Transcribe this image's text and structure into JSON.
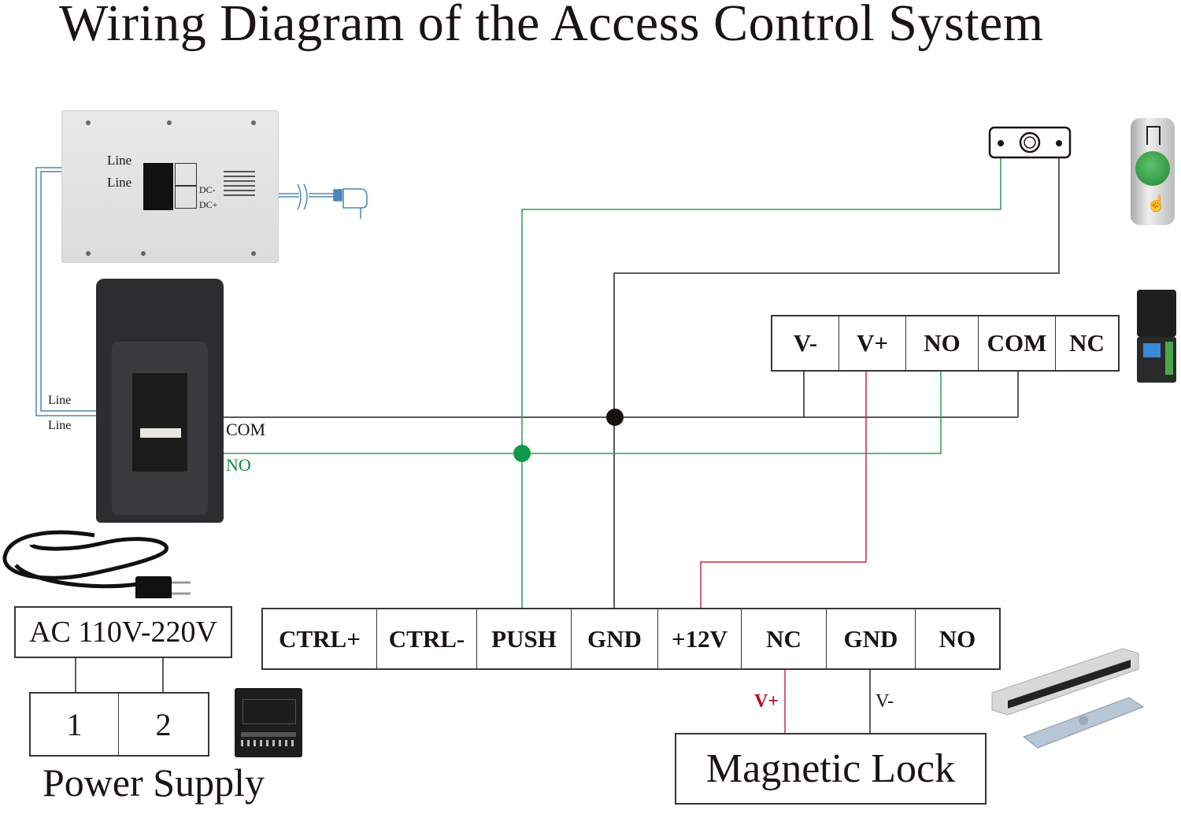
{
  "title": "Wiring Diagram of the Access Control System",
  "colors": {
    "wire_black": "#2a2424",
    "wire_green": "#2f9a5a",
    "wire_red": "#c0303c",
    "wire_blue": "#4a86b8",
    "junction_green": "#0f9a4a",
    "junction_black": "#1a1010",
    "label_green": "#0f8a40",
    "label_red": "#b01020"
  },
  "indoor_monitor": {
    "labels": {
      "line_1": "Line",
      "line_2": "Line",
      "dc_minus": "DC-",
      "dc_plus": "DC+"
    },
    "icon": "indoor-monitor-back"
  },
  "outdoor_station": {
    "labels": {
      "line_1": "Line",
      "line_2": "Line",
      "com": "COM",
      "no": "NO"
    },
    "icon": "outdoor-station-back"
  },
  "relay_module": {
    "terminals": [
      "V-",
      "V+",
      "NO",
      "COM",
      "NC"
    ],
    "icon": "wireless-relay-receiver"
  },
  "controller_terminals": [
    "CTRL+",
    "CTRL-",
    "PUSH",
    "GND",
    "+12V",
    "NC",
    "GND",
    "NO"
  ],
  "power_input": {
    "label": "AC 110V-220V",
    "terminals": [
      "1",
      "2"
    ],
    "caption": "Power Supply",
    "icons": [
      "power-cord",
      "power-supply-box"
    ]
  },
  "magnetic_lock": {
    "label": "Magnetic Lock",
    "wire_labels": {
      "v_plus": "V+",
      "v_minus": "V-"
    },
    "icon": "magnetic-lock"
  },
  "exit_button": {
    "icon": "exit-button",
    "wiring_icon": "exit-button-terminal"
  },
  "connections": [
    {
      "from": "Outdoor Station COM",
      "to": "Controller GND",
      "color": "black"
    },
    {
      "from": "Outdoor Station COM",
      "to": "Relay V-",
      "color": "black"
    },
    {
      "from": "Outdoor Station COM",
      "to": "Relay COM",
      "color": "black"
    },
    {
      "from": "Outdoor Station NO",
      "to": "Controller PUSH",
      "color": "green"
    },
    {
      "from": "Outdoor Station NO",
      "to": "Relay NO",
      "color": "green"
    },
    {
      "from": "Exit Button terminal 1",
      "to": "Controller PUSH",
      "color": "green"
    },
    {
      "from": "Exit Button terminal 2",
      "to": "Controller GND",
      "color": "black"
    },
    {
      "from": "Relay V+",
      "to": "Controller +12V",
      "color": "red"
    },
    {
      "from": "Controller NC",
      "to": "Magnetic Lock V+",
      "color": "red"
    },
    {
      "from": "Controller GND",
      "to": "Magnetic Lock V-",
      "color": "black"
    },
    {
      "from": "Indoor Monitor Line",
      "to": "Outdoor Station Line",
      "color": "blue"
    },
    {
      "from": "AC 110V-220V",
      "to": "Power Supply 1/2",
      "color": "black"
    }
  ]
}
